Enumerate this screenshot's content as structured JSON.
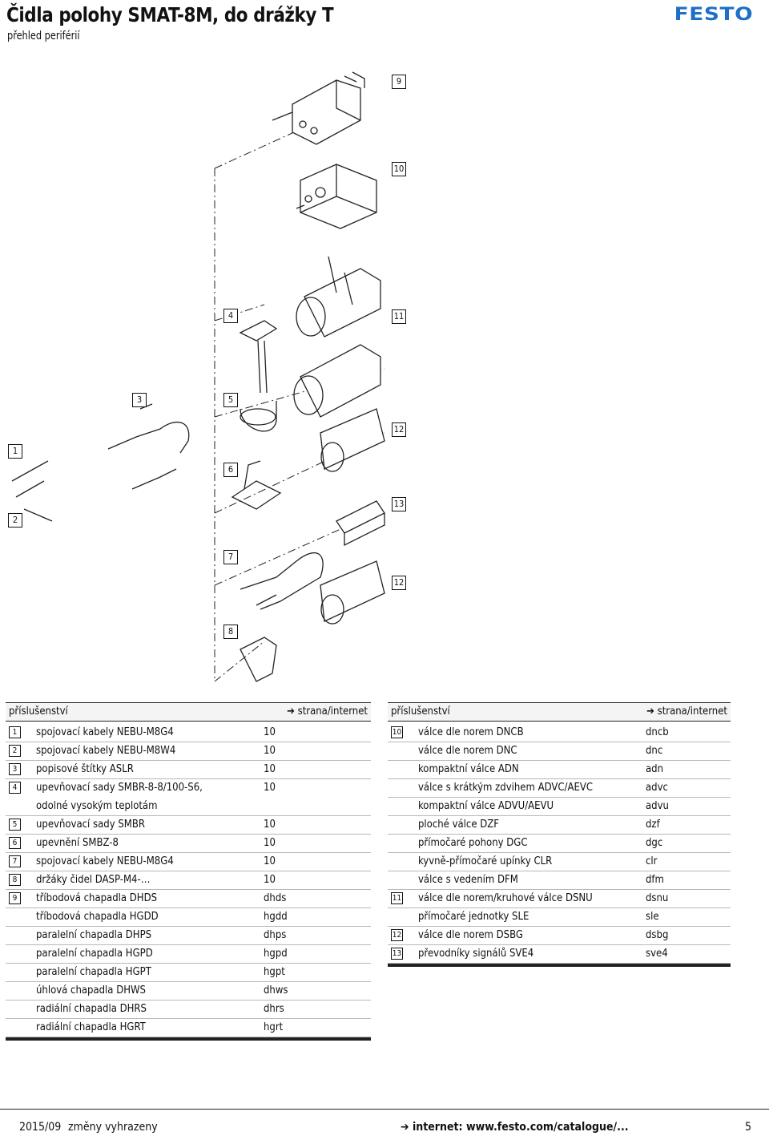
{
  "header": {
    "title": "Čidla polohy SMAT-8M, do drážky T",
    "subtitle": "přehled periférií",
    "logo": "FESTO"
  },
  "callouts": [
    "9",
    "10",
    "4",
    "11",
    "3",
    "5",
    "12",
    "1",
    "6",
    "13",
    "2",
    "7",
    "12",
    "8"
  ],
  "left_table": {
    "col1": "příslušenství",
    "col2": "strana/internet",
    "rows": [
      {
        "num": "1",
        "desc": "spojovací kabely NEBU-M8G4",
        "ref": "10"
      },
      {
        "num": "2",
        "desc": "spojovací kabely NEBU-M8W4",
        "ref": "10"
      },
      {
        "num": "3",
        "desc": "popisové štítky ASLR",
        "ref": "10"
      },
      {
        "num": "4",
        "desc": "upevňovací sady SMBR-8-8/100-S6,",
        "ref": "10"
      },
      {
        "num": "",
        "desc": "odolné vysokým teplotám",
        "ref": ""
      },
      {
        "num": "5",
        "desc": "upevňovací sady SMBR",
        "ref": "10"
      },
      {
        "num": "6",
        "desc": "upevnění SMBZ-8",
        "ref": "10"
      },
      {
        "num": "7",
        "desc": "spojovací kabely NEBU-M8G4",
        "ref": "10"
      },
      {
        "num": "8",
        "desc": "držáky čidel DASP-M4-…",
        "ref": "10"
      },
      {
        "num": "9",
        "desc": "tříbodová chapadla DHDS",
        "ref": "dhds"
      },
      {
        "num": "",
        "desc": "tříbodová chapadla HGDD",
        "ref": "hgdd"
      },
      {
        "num": "",
        "desc": "paralelní chapadla DHPS",
        "ref": "dhps"
      },
      {
        "num": "",
        "desc": "paralelní chapadla HGPD",
        "ref": "hgpd"
      },
      {
        "num": "",
        "desc": "paralelní chapadla HGPT",
        "ref": "hgpt"
      },
      {
        "num": "",
        "desc": "úhlová chapadla DHWS",
        "ref": "dhws"
      },
      {
        "num": "",
        "desc": "radiální chapadla DHRS",
        "ref": "dhrs"
      },
      {
        "num": "",
        "desc": "radiální chapadla HGRT",
        "ref": "hgrt"
      }
    ]
  },
  "right_table": {
    "col1": "příslušenství",
    "col2": "strana/internet",
    "rows": [
      {
        "num": "10",
        "desc": "válce dle norem DNCB",
        "ref": "dncb"
      },
      {
        "num": "",
        "desc": "válce dle norem DNC",
        "ref": "dnc"
      },
      {
        "num": "",
        "desc": "kompaktní válce ADN",
        "ref": "adn"
      },
      {
        "num": "",
        "desc": "válce s krátkým zdvihem ADVC/AEVC",
        "ref": "advc"
      },
      {
        "num": "",
        "desc": "kompaktní válce ADVU/AEVU",
        "ref": "advu"
      },
      {
        "num": "",
        "desc": "ploché válce DZF",
        "ref": "dzf"
      },
      {
        "num": "",
        "desc": "přímočaré pohony DGC",
        "ref": "dgc"
      },
      {
        "num": "",
        "desc": "kyvně-přímočaré upínky CLR",
        "ref": "clr"
      },
      {
        "num": "",
        "desc": "válce s vedením DFM",
        "ref": "dfm"
      },
      {
        "num": "11",
        "desc": "válce dle norem/kruhové válce DSNU",
        "ref": "dsnu"
      },
      {
        "num": "",
        "desc": "přímočaré jednotky SLE",
        "ref": "sle"
      },
      {
        "num": "12",
        "desc": "válce dle norem DSBG",
        "ref": "dsbg"
      },
      {
        "num": "13",
        "desc": "převodníky signálů SVE4",
        "ref": "sve4"
      }
    ]
  },
  "footer": {
    "date": "2015/09",
    "changes": "změny vyhrazeny",
    "web": "internet: www.festo.com/catalogue/...",
    "page": "5"
  }
}
